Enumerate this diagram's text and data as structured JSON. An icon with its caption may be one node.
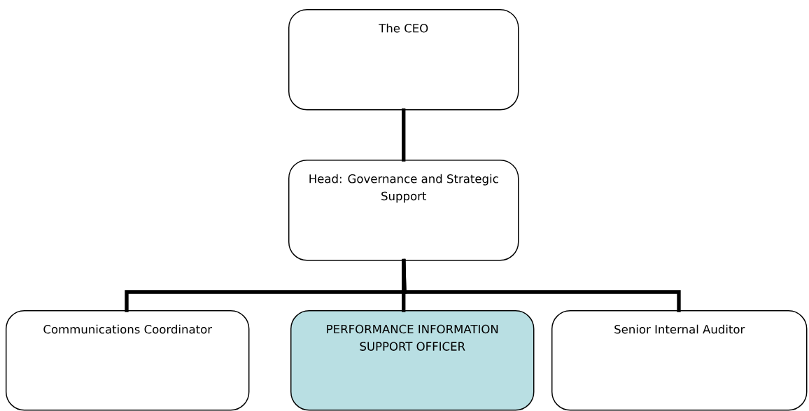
{
  "diagram": {
    "nodes": [
      {
        "text": [
          "The CEO"
        ]
      },
      {
        "text": [
          "Head:  Governance and Strategic Support"
        ]
      },
      {
        "text": [
          "Communications Coordinator"
        ]
      },
      {
        "text": [
          "PERFORMANCE INFORMATION SUPPORT OFFICER"
        ]
      },
      {
        "text": [
          "Senior Internal Auditor"
        ]
      }
    ],
    "edges": [
      {
        "from": 0,
        "to": 1,
        "arrow": "none"
      },
      {
        "from": 1,
        "to": 2,
        "arrow": "none"
      },
      {
        "from": 1,
        "to": 3,
        "arrow": "none"
      },
      {
        "from": 1,
        "to": 4,
        "arrow": "none"
      }
    ]
  }
}
